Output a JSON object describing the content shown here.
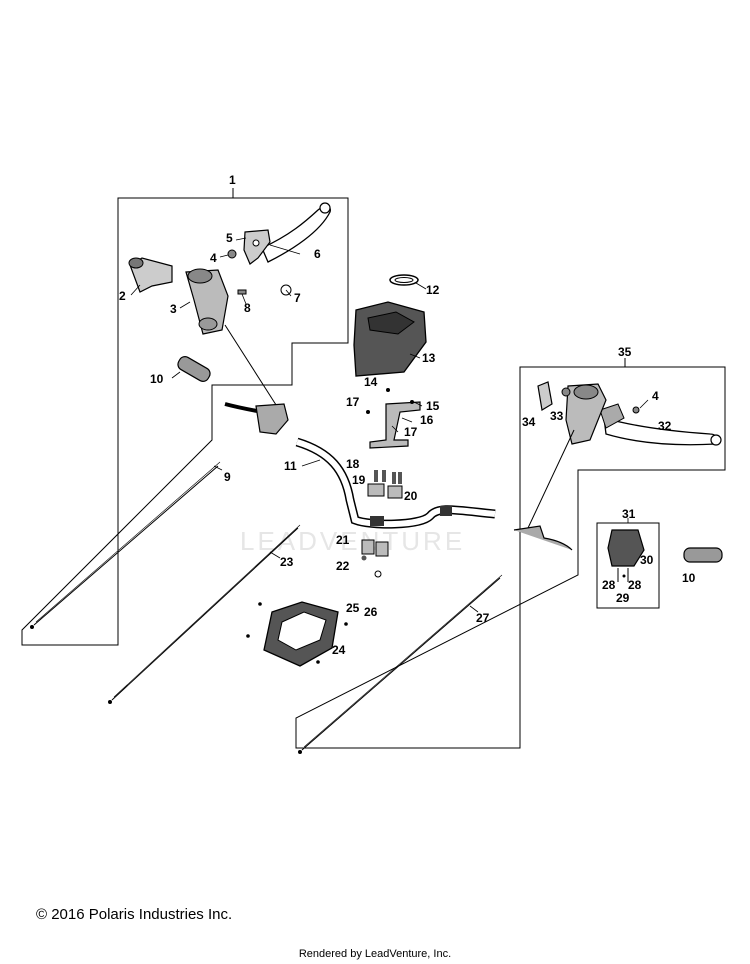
{
  "watermark": "LEADVENTURE",
  "copyright": "© 2016 Polaris Industries Inc.",
  "rendered_by": "Rendered by LeadVenture, Inc.",
  "callouts": {
    "c1": "1",
    "c2": "2",
    "c3": "3",
    "c4a": "4",
    "c5": "5",
    "c6": "6",
    "c7": "7",
    "c8": "8",
    "c9": "9",
    "c10a": "10",
    "c11": "11",
    "c12": "12",
    "c13": "13",
    "c14": "14",
    "c15": "15",
    "c16": "16",
    "c17a": "17",
    "c17b": "17",
    "c18": "18",
    "c19": "19",
    "c20": "20",
    "c21": "21",
    "c22": "22",
    "c23": "23",
    "c24": "24",
    "c25": "25",
    "c26": "26",
    "c27": "27",
    "c28a": "28",
    "c28b": "28",
    "c29": "29",
    "c30": "30",
    "c31": "31",
    "c32": "32",
    "c33": "33",
    "c34": "34",
    "c35": "35",
    "c4b": "4",
    "c10b": "10"
  }
}
